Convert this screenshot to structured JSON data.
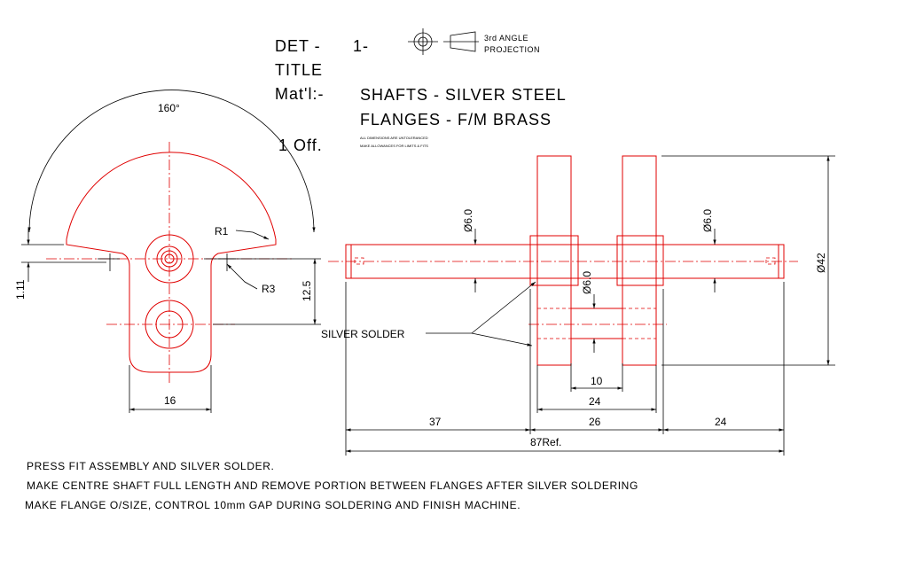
{
  "title_block": {
    "det_label": "DET -",
    "det_value": "1-",
    "title_label": "TITLE",
    "mat_label": "Mat'l:-",
    "mat_line1": "SHAFTS - SILVER STEEL",
    "mat_line2": "FLANGES - F/M BRASS",
    "qty": "1 Off.",
    "tol_line1": "ALL DIMENSIONS ARE UNTOLERANCED",
    "tol_line2": "MAKE ALLOWANCES FOR LIMITS & FITS",
    "projection_line1": "3rd ANGLE",
    "projection_line2": "PROJECTION"
  },
  "dimensions": {
    "angle": "160°",
    "r1": "R1",
    "r3": "R3",
    "d_1_11": "1.11",
    "d_12_5": "12.5",
    "d_16": "16",
    "dia_left": "Ø6.0",
    "dia_center": "Ø6.0",
    "dia_right": "Ø6.0",
    "dia_42": "Ø42",
    "d_10": "10",
    "d_24_inner": "24",
    "d_37": "37",
    "d_26": "26",
    "d_24": "24",
    "d_87": "87Ref."
  },
  "callouts": {
    "silver_solder": "SILVER SOLDER"
  },
  "notes": [
    "PRESS FIT ASSEMBLY AND SILVER SOLDER.",
    "MAKE CENTRE SHAFT FULL LENGTH AND REMOVE PORTION BETWEEN FLANGES AFTER SILVER SOLDERING",
    "MAKE FLANGE O/SIZE, CONTROL 10mm GAP DURING SOLDERING AND FINISH MACHINE."
  ],
  "colors": {
    "part_lines": "#e00000",
    "dimension_lines": "#000000",
    "background": "#ffffff"
  }
}
